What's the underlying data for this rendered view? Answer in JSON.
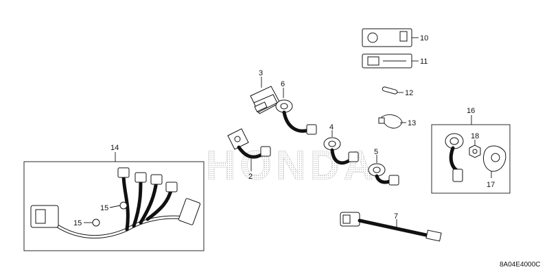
{
  "watermark": "HONDA",
  "diagram_code": "8A04E4000C",
  "labels": {
    "p1": "2",
    "p2": "3",
    "p3": "4",
    "p4": "5",
    "p5": "6",
    "p6": "7",
    "p7": "10",
    "p8": "11",
    "p9": "12",
    "p10": "13",
    "p11": "14",
    "p12": "15",
    "p13": "15",
    "p14": "16",
    "p15": "17",
    "p16": "18"
  }
}
